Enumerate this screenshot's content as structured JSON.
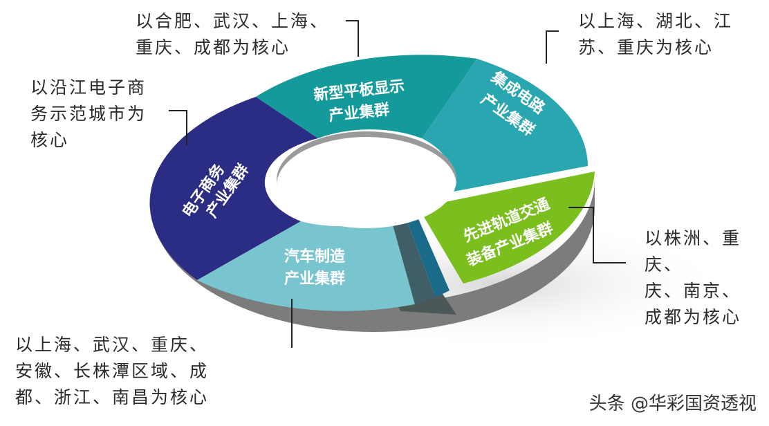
{
  "clusters": [
    {
      "id": "ecommerce",
      "label_line1": "电子商务",
      "label_line2": "产业集群",
      "color": "#2b2d84",
      "callout": "以沿江电子商\n务示范城市为\n核心"
    },
    {
      "id": "display",
      "label_line1": "新型平板显示",
      "label_line2": "产业集群",
      "color": "#149a9a",
      "callout": "以合肥、武汉、上海、\n重庆、成都为核心"
    },
    {
      "id": "ic",
      "label_line1": "集成电路",
      "label_line2": "产业集群",
      "color": "#2aa6b0",
      "callout": "以上海、湖北、江\n苏、重庆为核心"
    },
    {
      "id": "rail",
      "label_line1": "先进轨道交通",
      "label_line2": "装备产业集群",
      "color": "#7bbf1e",
      "callout": "以株洲、重庆、\n庆、南京、\n成都为核心"
    },
    {
      "id": "auto",
      "label_line1": "汽车制造",
      "label_line2": "产业集群",
      "color": "#79c5cf",
      "callout": "以上海、武汉、重庆、\n安徽、长株潭区域、成\n都、浙江、南昌为核心"
    }
  ],
  "watermark": "头条 @华彩国资透视",
  "colors": {
    "leader_line": "#222222",
    "ring_side": "#8a8a8a",
    "shadow": "#e6e6e6"
  }
}
